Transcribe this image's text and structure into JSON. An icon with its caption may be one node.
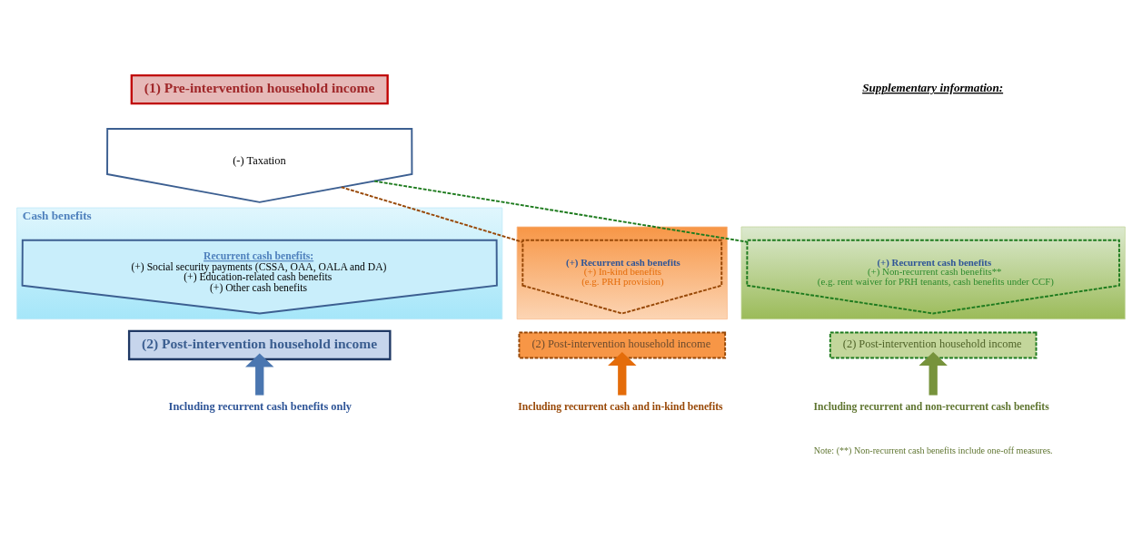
{
  "diagram": {
    "nodes": [
      {
        "text": [
          "(1) Pre-intervention household income"
        ]
      },
      {
        "text": [
          "(-) Taxation"
        ]
      },
      {
        "text": [
          "Cash benefits"
        ]
      },
      {
        "text": [
          "Recurrent cash benefits:",
          "(+) Social security payments (CSSA, OAA, OALA and DA)",
          "(+) Education-related cash benefits",
          "(+) Other cash benefits"
        ],
        "in": 2
      },
      {
        "text": [
          "(2) Post-intervention household income"
        ]
      },
      {
        "text": [
          "Including recurrent cash benefits only"
        ]
      },
      {
        "text": [],
        "shape": "box"
      },
      {
        "text": [
          "(+) Recurrent cash benefits",
          "(+) Non-recurrent cash benefits**",
          "(e.g. rent waiver for PRH tenants, cash benefits under CCF)"
        ],
        "in": 6
      },
      {
        "text": [
          "(2) Post-intervention household income"
        ]
      },
      {
        "text": [
          "Including recurrent and non-recurrent cash benefits"
        ]
      },
      {
        "text": [],
        "shape": "box"
      },
      {
        "text": [
          "(+) Recurrent cash benefits",
          "(+) In-kind benefits",
          "(e.g. PRH provision)"
        ],
        "in": 10
      },
      {
        "text": [
          "(2) Post-intervention household income"
        ]
      },
      {
        "text": [
          "Including recurrent cash and in-kind benefits"
        ]
      }
    ],
    "edges": [
      {
        "from": 5,
        "to": 4,
        "arrow": "to",
        "color": "#4a76b0"
      },
      {
        "from": 1,
        "to": 7,
        "arrow": "none",
        "style": "dashed",
        "color": "#1e7b1e"
      },
      {
        "from": 1,
        "to": 11,
        "arrow": "none",
        "style": "dashed",
        "color": "#984807"
      },
      {
        "from": 9,
        "to": 8,
        "arrow": "to",
        "color": "#77933c"
      },
      {
        "from": 13,
        "to": 12,
        "arrow": "to",
        "color": "#e46c0a"
      }
    ],
    "labels": [
      "Supplementary information:",
      "Note: (**) Non-recurrent cash benefits include one-off measures."
    ]
  }
}
